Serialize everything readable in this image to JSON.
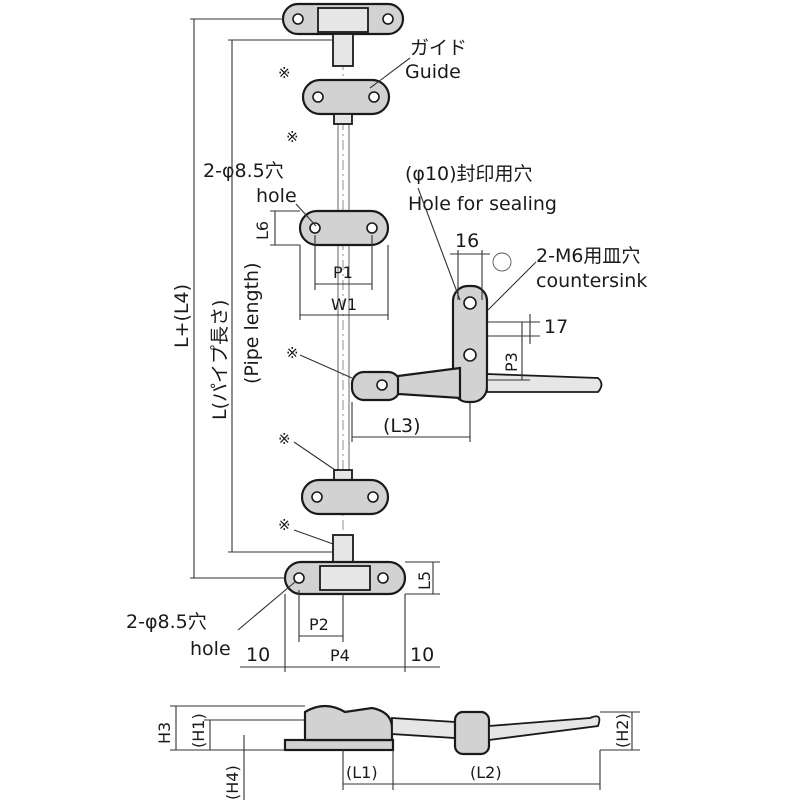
{
  "labels": {
    "guide_jp": "ガイド",
    "guide_en": "Guide",
    "hole_top_spec": "2-φ8.5穴",
    "hole_top_en": "hole",
    "seal_spec": "(φ10)封印用穴",
    "seal_en": "Hole for sealing",
    "dim_16": "16",
    "countersink_spec": "2-M6用皿穴",
    "countersink_en": "countersink",
    "dim_17": "17",
    "dim_L6": "L6",
    "dim_P1": "P1",
    "dim_W1": "W1",
    "dim_P3": "P3",
    "dim_L3": "(L3)",
    "dim_L_L4": "L+(L4)",
    "dim_L_jp": "L(パイプ長さ)",
    "dim_pipe_length": "(Pipe length)",
    "dim_L5": "L5",
    "hole_bottom_spec": "2-φ8.5穴",
    "hole_bottom_en": "hole",
    "dim_P2": "P2",
    "dim_P4": "P4",
    "dim_10_left": "10",
    "dim_10_right": "10",
    "dim_H3": "H3",
    "dim_H1": "(H1)",
    "dim_H2": "(H2)",
    "dim_H4": "(H4)",
    "dim_L1": "(L1)",
    "dim_L2": "(L2)",
    "asterisk": "※"
  }
}
